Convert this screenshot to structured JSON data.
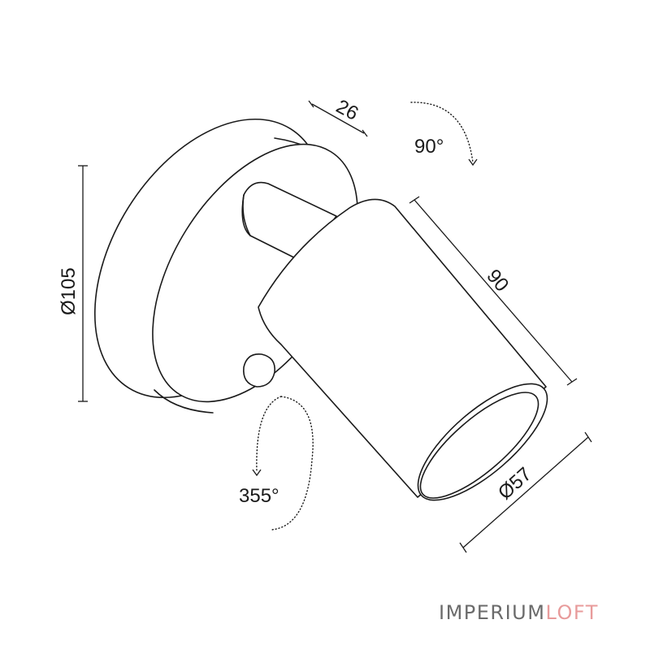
{
  "dimensions": {
    "base_depth": "26",
    "tilt_angle": "90°",
    "base_diameter": "Ø105",
    "head_length": "90",
    "head_diameter": "Ø57",
    "rotation_angle": "355°"
  },
  "brand": {
    "part1": "IMPERIUM",
    "part2": "LOFT"
  },
  "colors": {
    "line": "#1a1a1a",
    "brand_primary": "#6b6b6b",
    "brand_accent": "#e89b9b"
  }
}
